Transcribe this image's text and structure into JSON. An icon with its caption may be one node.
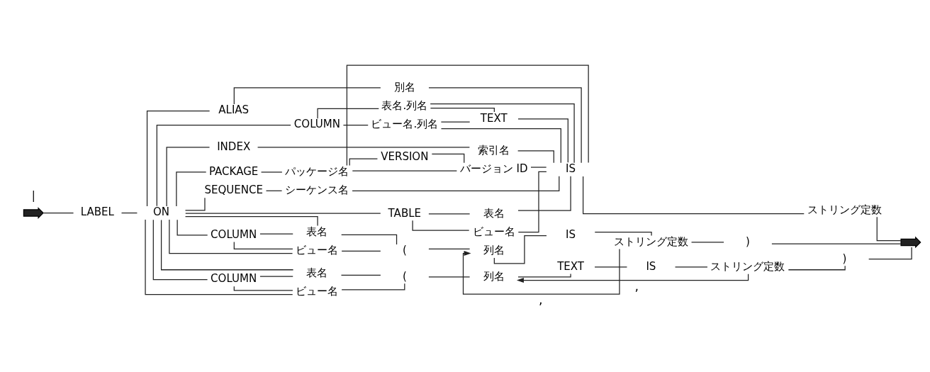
{
  "diagram": {
    "nodes": [
      {
        "text": [],
        "shape": "arrowhead"
      },
      {
        "text": [
          "LABEL"
        ]
      },
      {
        "text": [
          "ON"
        ]
      },
      {
        "text": [
          "ALIAS"
        ]
      },
      {
        "text": [
          "別名"
        ]
      },
      {
        "text": [
          "COLUMN"
        ]
      },
      {
        "text": [
          "表名.列名"
        ]
      },
      {
        "text": [
          "ビュー名.列名"
        ]
      },
      {
        "text": [
          "TEXT"
        ]
      },
      {
        "text": [
          "INDEX"
        ]
      },
      {
        "text": [
          "索引名"
        ]
      },
      {
        "text": [
          "PACKAGE"
        ]
      },
      {
        "text": [
          "パッケージ名"
        ]
      },
      {
        "text": [
          "VERSION"
        ]
      },
      {
        "text": [
          "バージョン ID"
        ]
      },
      {
        "text": [
          "SEQUENCE"
        ]
      },
      {
        "text": [
          "シーケンス名"
        ]
      },
      {
        "text": [
          "TABLE"
        ]
      },
      {
        "text": [
          "表名"
        ]
      },
      {
        "text": [
          "ビュー名"
        ]
      },
      {
        "text": [
          "IS"
        ]
      },
      {
        "text": [
          "ストリング定数"
        ]
      },
      {
        "text": [],
        "shape": "arrowhead"
      },
      {
        "text": [
          "COLUMN"
        ]
      },
      {
        "text": [
          "表名"
        ]
      },
      {
        "text": [
          "ビュー名"
        ]
      },
      {
        "text": [
          "("
        ]
      },
      {
        "text": [
          "列名"
        ]
      },
      {
        "text": [
          "IS"
        ]
      },
      {
        "text": [
          "ストリング定数"
        ]
      },
      {
        "text": [
          ")"
        ]
      },
      {
        "text": [
          "COLUMN"
        ]
      },
      {
        "text": [
          "表名"
        ]
      },
      {
        "text": [
          "ビュー名"
        ]
      },
      {
        "text": [
          "("
        ]
      },
      {
        "text": [
          "列名"
        ]
      },
      {
        "text": [
          "TEXT"
        ]
      },
      {
        "text": [
          "IS"
        ]
      },
      {
        "text": [
          "ストリング定数"
        ]
      },
      {
        "text": [
          ")"
        ]
      }
    ],
    "edges": [
      {
        "from": 0,
        "to": 1,
        "arrow": "none"
      },
      {
        "from": 1,
        "to": 2,
        "arrow": "none"
      },
      {
        "from": 2,
        "to": 3,
        "arrow": "none"
      },
      {
        "from": 2,
        "to": 5,
        "arrow": "none"
      },
      {
        "from": 2,
        "to": 9,
        "arrow": "none"
      },
      {
        "from": 2,
        "to": 11,
        "arrow": "none"
      },
      {
        "from": 2,
        "to": 15,
        "arrow": "none"
      },
      {
        "from": 2,
        "to": 17,
        "arrow": "none"
      },
      {
        "from": 3,
        "to": 4,
        "arrow": "none"
      },
      {
        "from": 4,
        "to": 20,
        "arrow": "none"
      },
      {
        "from": 5,
        "to": 6,
        "arrow": "none"
      },
      {
        "from": 5,
        "to": 7,
        "arrow": "none"
      },
      {
        "from": 6,
        "to": 8,
        "arrow": "none"
      },
      {
        "from": 7,
        "to": 8,
        "arrow": "none"
      },
      {
        "from": 6,
        "to": 20,
        "arrow": "none"
      },
      {
        "from": 7,
        "to": 20,
        "arrow": "none"
      },
      {
        "from": 8,
        "to": 20,
        "arrow": "none"
      },
      {
        "from": 9,
        "to": 10,
        "arrow": "none"
      },
      {
        "from": 10,
        "to": 20,
        "arrow": "none"
      },
      {
        "from": 11,
        "to": 12,
        "arrow": "none"
      },
      {
        "from": 12,
        "to": 20,
        "arrow": "none"
      },
      {
        "from": 12,
        "to": 13,
        "arrow": "none"
      },
      {
        "from": 12,
        "to": 14,
        "arrow": "none"
      },
      {
        "from": 13,
        "to": 14,
        "arrow": "none"
      },
      {
        "from": 14,
        "to": 20,
        "arrow": "none"
      },
      {
        "from": 15,
        "to": 16,
        "arrow": "none"
      },
      {
        "from": 16,
        "to": 20,
        "arrow": "none"
      },
      {
        "from": 17,
        "to": 18,
        "arrow": "none"
      },
      {
        "from": 17,
        "to": 19,
        "arrow": "none"
      },
      {
        "from": 18,
        "to": 20,
        "arrow": "none"
      },
      {
        "from": 19,
        "to": 20,
        "arrow": "none"
      },
      {
        "from": 20,
        "to": 21,
        "arrow": "none"
      },
      {
        "from": 21,
        "to": 22,
        "arrow": "none"
      },
      {
        "from": 2,
        "to": 23,
        "arrow": "none"
      },
      {
        "from": 2,
        "to": 24,
        "arrow": "none"
      },
      {
        "from": 2,
        "to": 25,
        "arrow": "none"
      },
      {
        "from": 23,
        "to": 24,
        "arrow": "none"
      },
      {
        "from": 23,
        "to": 25,
        "arrow": "none"
      },
      {
        "from": 24,
        "to": 26,
        "arrow": "none"
      },
      {
        "from": 25,
        "to": 26,
        "arrow": "none"
      },
      {
        "from": 26,
        "to": 27,
        "arrow": "none"
      },
      {
        "from": 27,
        "to": 28,
        "arrow": "none"
      },
      {
        "from": 28,
        "to": 29,
        "arrow": "none"
      },
      {
        "from": 29,
        "to": 27,
        "arrow": "to",
        "label": ","
      },
      {
        "from": 29,
        "to": 30,
        "arrow": "none"
      },
      {
        "from": 30,
        "to": 22,
        "arrow": "none"
      },
      {
        "from": 2,
        "to": 31,
        "arrow": "none"
      },
      {
        "from": 2,
        "to": 32,
        "arrow": "none"
      },
      {
        "from": 2,
        "to": 33,
        "arrow": "none"
      },
      {
        "from": 31,
        "to": 32,
        "arrow": "none"
      },
      {
        "from": 31,
        "to": 33,
        "arrow": "none"
      },
      {
        "from": 32,
        "to": 34,
        "arrow": "none"
      },
      {
        "from": 33,
        "to": 34,
        "arrow": "none"
      },
      {
        "from": 34,
        "to": 35,
        "arrow": "none"
      },
      {
        "from": 35,
        "to": 36,
        "arrow": "none"
      },
      {
        "from": 36,
        "to": 37,
        "arrow": "none"
      },
      {
        "from": 37,
        "to": 38,
        "arrow": "none"
      },
      {
        "from": 38,
        "to": 35,
        "arrow": "to",
        "label": ","
      },
      {
        "from": 38,
        "to": 39,
        "arrow": "none"
      },
      {
        "from": 39,
        "to": 22,
        "arrow": "none"
      }
    ],
    "labels": [
      "|"
    ]
  }
}
